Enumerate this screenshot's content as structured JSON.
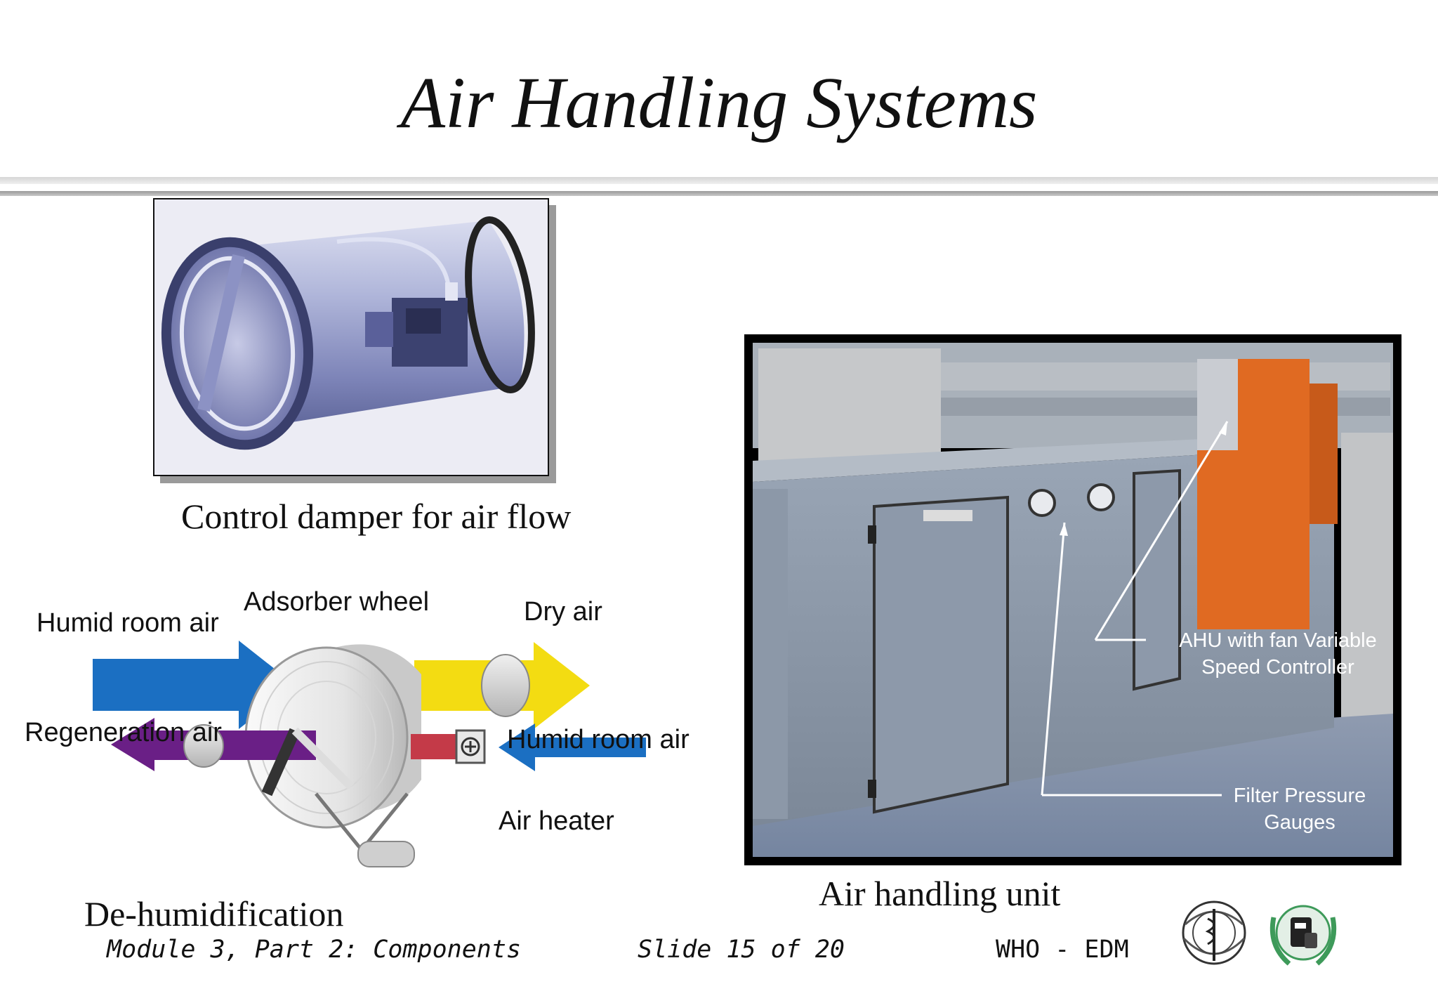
{
  "slide": {
    "title": "Air Handling Systems"
  },
  "damper": {
    "caption": "Control damper for air flow"
  },
  "dehumidifier": {
    "caption": "De-humidification",
    "labels": {
      "humid_in": "Humid room air",
      "adsorber": "Adsorber wheel",
      "dry_air": "Dry air",
      "regeneration": "Regeneration air",
      "humid_right": "Humid room air",
      "air_heater": "Air heater"
    },
    "colors": {
      "humid": "#1b6fc2",
      "dry": "#f3dc12",
      "regeneration": "#6a1f86",
      "heater": "#c43a48"
    }
  },
  "ahu": {
    "caption": "Air handling unit",
    "callout_controller_line1": "AHU with fan Variable",
    "callout_controller_line2": "Speed Controller",
    "callout_gauges_line1": "Filter Pressure",
    "callout_gauges_line2": "Gauges"
  },
  "footer": {
    "module": "Module 3, Part 2: Components",
    "slide_no": "Slide 15 of  20",
    "org": "WHO - EDM"
  }
}
